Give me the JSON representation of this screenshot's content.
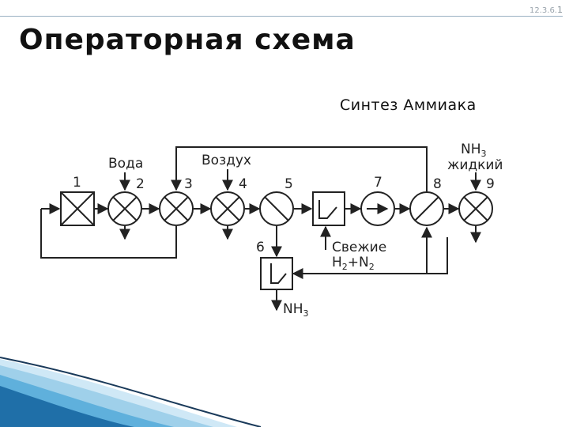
{
  "slide": {
    "number_prefix": "12.3.6.",
    "number": "1"
  },
  "title": "Операторная схема",
  "subtitle": "Синтез Аммиака",
  "diagram": {
    "labels": {
      "n1": "1",
      "n2": "2",
      "n3": "3",
      "n4": "4",
      "n5": "5",
      "n6": "6",
      "n7": "7",
      "n8": "8",
      "n9": "9",
      "voda": "Вода",
      "vozduh": "Воздух",
      "nh3_liquid_main": "NH",
      "nh3_liquid_sub": "3",
      "nh3_liquid_word": "жидкий",
      "svezhie": "Свежие",
      "h2n2_h": "H",
      "h2n2_2a": "2",
      "h2n2_mid": "+N",
      "h2n2_2b": "2",
      "nh3_out_main": "NH",
      "nh3_out_sub": "3"
    }
  },
  "colors": {
    "line": "#222222",
    "accent": "#1f6fa8",
    "deco_light": "#9fd0ea"
  }
}
